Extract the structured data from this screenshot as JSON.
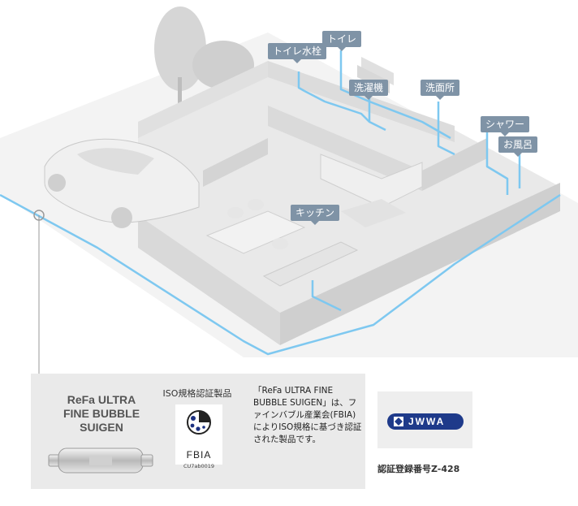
{
  "labels": {
    "toilet_tap": "トイレ水栓",
    "toilet": "トイレ",
    "washing_machine": "洗濯機",
    "washroom": "洗面所",
    "shower": "シャワー",
    "bath": "お風呂",
    "kitchen": "キッチン"
  },
  "panel": {
    "product_title": "ReFa ULTRA\nFINE BUBBLE\nSUIGEN",
    "iso_label": "ISO規格認証製品",
    "fbia_logo_text": "FBIA",
    "fbia_code": "CU7ab0019",
    "description": "「ReFa ULTRA FINE BUBBLE SUIGEN」は、ファインバブル産業会(FBIA)によりISO規格に基づき認証された製品です。"
  },
  "jwwa": {
    "logo_text": "JWWA",
    "registration": "認証登録番号Z-428"
  },
  "colors": {
    "pipe": "#7ec8f0",
    "tag": "#7f93a6",
    "jwwa_blue": "#1e3a8a"
  }
}
